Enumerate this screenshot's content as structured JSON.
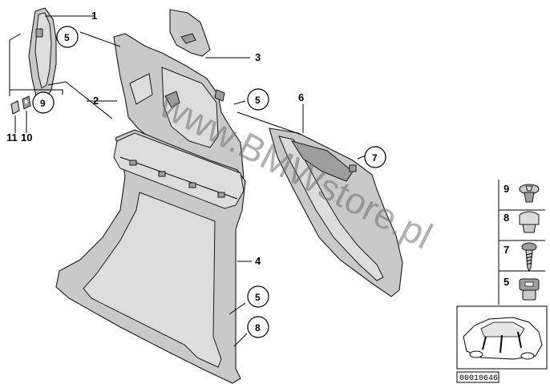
{
  "callouts": {
    "c1": "1",
    "c2": "2",
    "c3": "3",
    "c4": "4",
    "c5a": "5",
    "c5b": "5",
    "c5c": "5",
    "c6": "6",
    "c7": "7",
    "c8": "8",
    "c9": "9",
    "c10": "10",
    "c11": "11"
  },
  "fastener_legend": [
    {
      "num": "9",
      "icon": "push-rivet-icon"
    },
    {
      "num": "8",
      "icon": "clip-nut-icon"
    },
    {
      "num": "7",
      "icon": "screw-icon"
    },
    {
      "num": "5",
      "icon": "clip-icon"
    }
  ],
  "watermark": "www.BMWstore.pl",
  "diagram_code": "00010646",
  "colors": {
    "part_fill": "#c9c9c9",
    "outline": "#1a1a1a",
    "watermark": "#6d6d6d"
  }
}
